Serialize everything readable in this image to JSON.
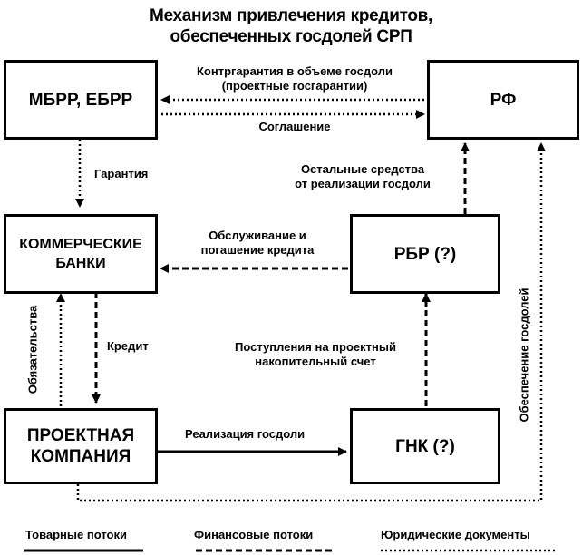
{
  "title": {
    "line1": "Механизм привлечения кредитов,",
    "line2": "обеспеченных госдолей СРП"
  },
  "nodes": {
    "mbrr": "МБРР, ЕБРР",
    "rf": "РФ",
    "banks_line1": "КОММЕРЧЕСКИЕ",
    "banks_line2": "БАНКИ",
    "rbr": "РБР (?)",
    "company_line1": "ПРОЕКТНАЯ",
    "company_line2": "КОМПАНИЯ",
    "gnk": "ГНК (?)"
  },
  "edges": {
    "counter_guarantee_line1": "Контргарантия в объеме госдоли",
    "counter_guarantee_line2": "(проектные госгарантии)",
    "agreement": "Соглашение",
    "guarantee": "Гарантия",
    "remaining_funds_line1": "Остальные средства",
    "remaining_funds_line2": "от реализации госдоли",
    "servicing_line1": "Обслуживание и",
    "servicing_line2": "погашение кредита",
    "obligations": "Обязательства",
    "credit": "Кредит",
    "receipts_line1": "Поступления на проектный",
    "receipts_line2": "накопительный счет",
    "sale": "Реализация госдоли",
    "provision": "Обеспечение госдолей"
  },
  "legend": {
    "goods": "Товарные потоки",
    "financial": "Финансовые потоки",
    "legal": "Юридические документы"
  }
}
